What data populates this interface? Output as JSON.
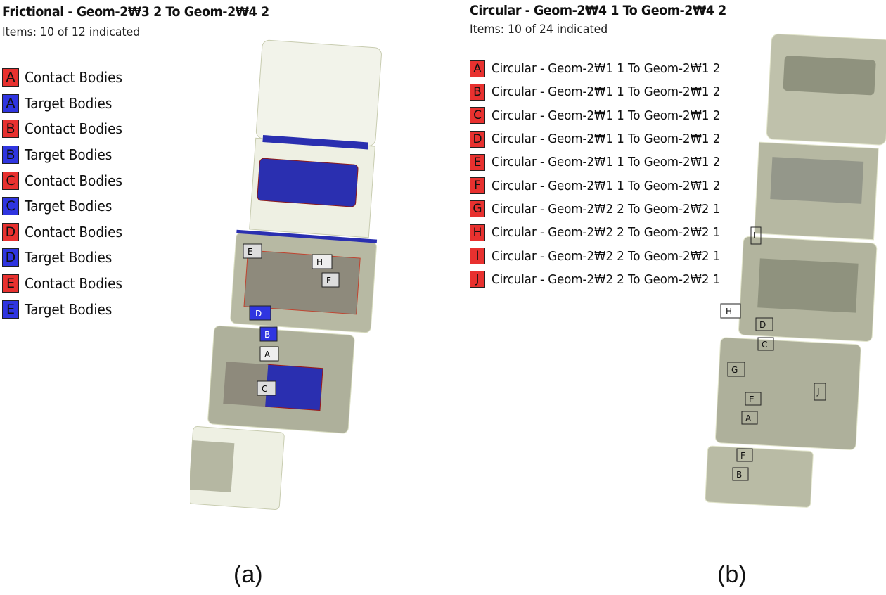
{
  "panel_a": {
    "title": "Frictional - Geom-2₩3 2 To Geom-2₩4 2",
    "items": "Items: 10 of 12 indicated",
    "legend": [
      {
        "letter": "A",
        "label": "Contact Bodies",
        "color": "#e8312f"
      },
      {
        "letter": "A",
        "label": "Target Bodies",
        "color": "#2f35e0"
      },
      {
        "letter": "B",
        "label": "Contact Bodies",
        "color": "#e8312f"
      },
      {
        "letter": "B",
        "label": "Target Bodies",
        "color": "#2f35e0"
      },
      {
        "letter": "C",
        "label": "Contact Bodies",
        "color": "#e8312f"
      },
      {
        "letter": "C",
        "label": "Target Bodies",
        "color": "#2f35e0"
      },
      {
        "letter": "D",
        "label": "Contact Bodies",
        "color": "#e8312f"
      },
      {
        "letter": "D",
        "label": "Target Bodies",
        "color": "#2f35e0"
      },
      {
        "letter": "E",
        "label": "Contact Bodies",
        "color": "#e8312f"
      },
      {
        "letter": "E",
        "label": "Target Bodies",
        "color": "#2f35e0"
      }
    ],
    "caption": "(a)"
  },
  "panel_b": {
    "title": "Circular - Geom-2₩4 1 To Geom-2₩4 2",
    "items": "Items: 10 of 24 indicated",
    "legend": [
      {
        "letter": "A",
        "label": "Circular - Geom-2₩1 1 To Geom-2₩1 2"
      },
      {
        "letter": "B",
        "label": "Circular - Geom-2₩1 1 To Geom-2₩1 2"
      },
      {
        "letter": "C",
        "label": "Circular - Geom-2₩1 1 To Geom-2₩1 2"
      },
      {
        "letter": "D",
        "label": "Circular - Geom-2₩1 1 To Geom-2₩1 2"
      },
      {
        "letter": "E",
        "label": "Circular - Geom-2₩1 1 To Geom-2₩1 2"
      },
      {
        "letter": "F",
        "label": "Circular - Geom-2₩1 1 To Geom-2₩1 2"
      },
      {
        "letter": "G",
        "label": "Circular - Geom-2₩2 2 To Geom-2₩2 1"
      },
      {
        "letter": "H",
        "label": "Circular - Geom-2₩2 2 To Geom-2₩2 1"
      },
      {
        "letter": "I",
        "label": "Circular - Geom-2₩2 2 To Geom-2₩2 1"
      },
      {
        "letter": "J",
        "label": "Circular - Geom-2₩2 2 To Geom-2₩2 1"
      }
    ],
    "caption": "(b)"
  },
  "colors": {
    "contact": "#e8312f",
    "target": "#2f35e0",
    "model": "#c9cbb3"
  }
}
